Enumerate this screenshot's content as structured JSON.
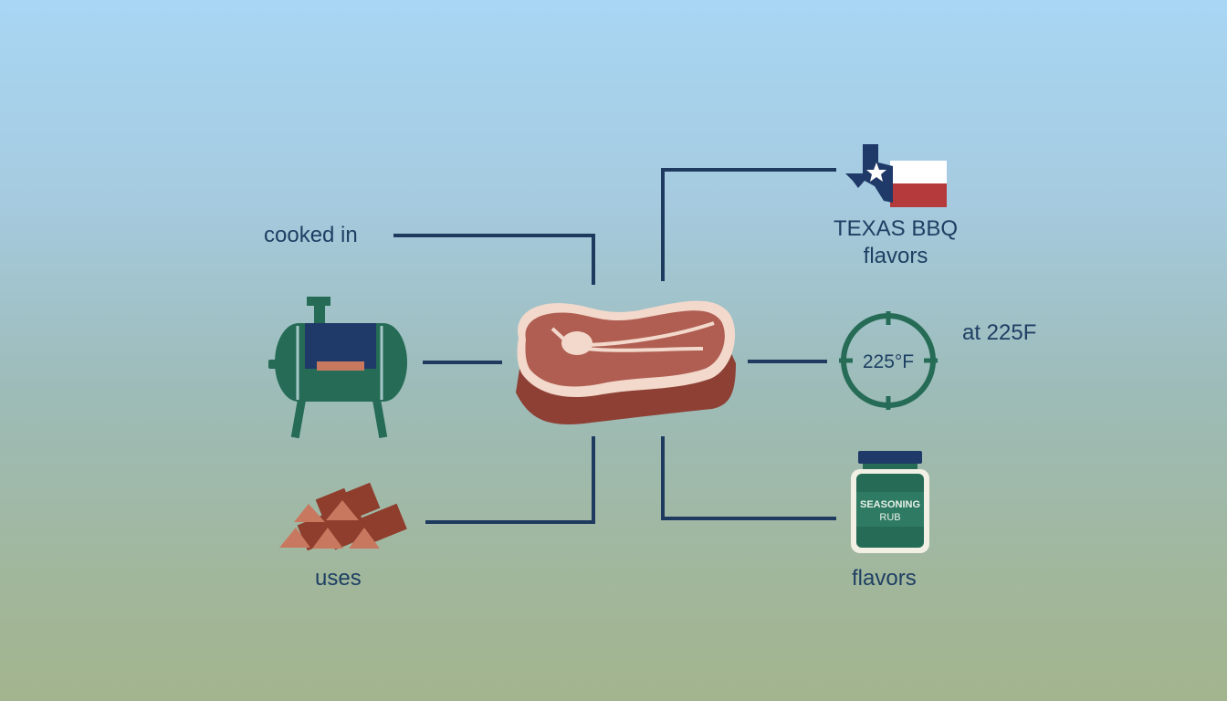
{
  "labels": {
    "cooked_in": "cooked in",
    "uses": "uses",
    "at_temp": "at 225F",
    "flavors": "flavors",
    "texas_line1": "TEXAS BBQ",
    "texas_line2": "flavors"
  },
  "icons": {
    "center": "steak-icon",
    "smoker": "smoker-icon",
    "wood": "wood-logs-icon",
    "texas": "texas-flag-map-icon",
    "thermometer": "thermometer-dial-icon",
    "seasoning": "seasoning-jar-icon"
  },
  "dial_text": "225°F",
  "jar_label_line1": "SEASONING",
  "jar_label_line2": "RUB",
  "colors": {
    "line": "#1f3a5f",
    "text": "#1e3f63",
    "green": "#256b55",
    "navy": "#1f3a68",
    "meat": "#b05e52",
    "meat_dark": "#8e4034",
    "fat": "#f2d9cc",
    "wood": "#c97860",
    "wood_dark": "#8f3d2c",
    "flag_red": "#b43a3c"
  }
}
